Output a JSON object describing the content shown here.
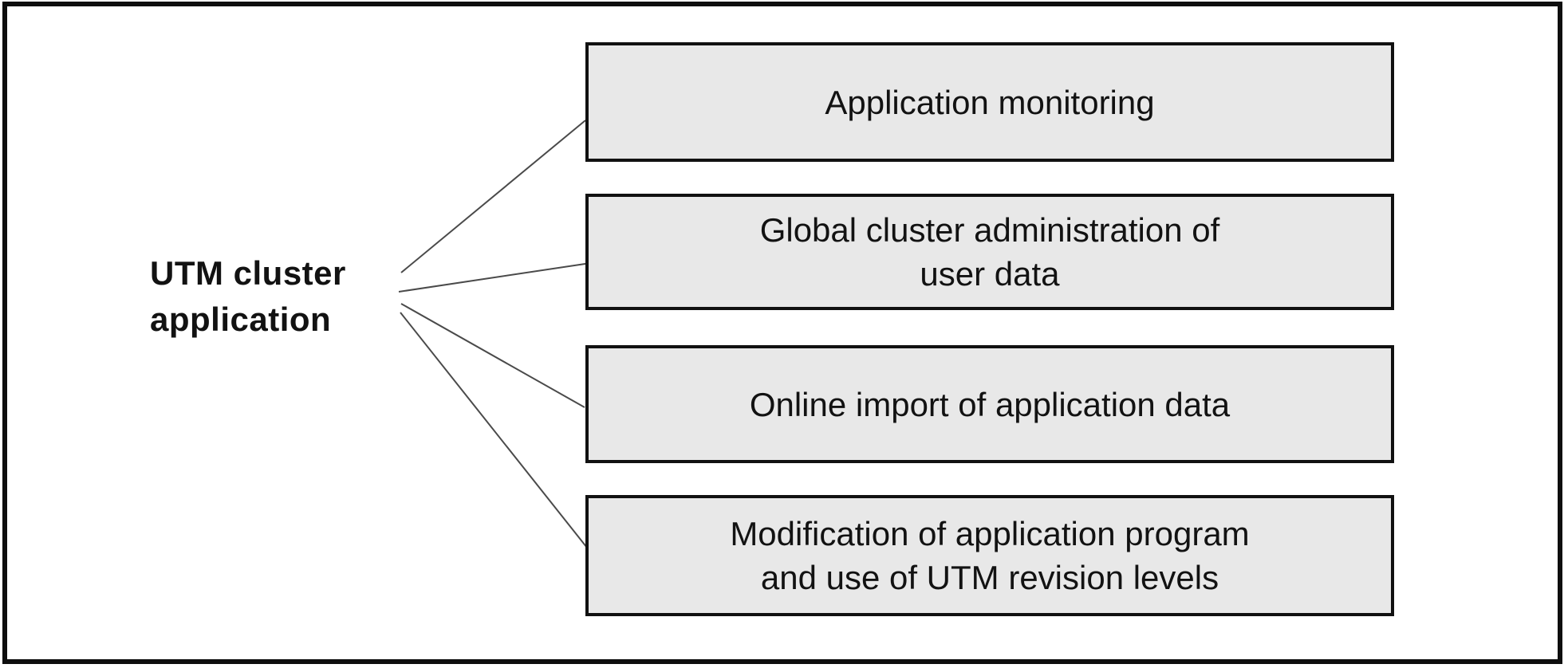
{
  "figure": {
    "root": {
      "label": "UTM cluster\napplication"
    },
    "branches": [
      {
        "id": "application-monitoring",
        "label": "Application monitoring"
      },
      {
        "id": "global-cluster-administration",
        "label": "Global cluster administration of\nuser data"
      },
      {
        "id": "online-import",
        "label": "Online import of application data"
      },
      {
        "id": "modification-revision-levels",
        "label": "Modification of application program\nand use of UTM revision levels"
      }
    ],
    "colors": {
      "background": "#ffffff",
      "frame_border": "#0e0e0e",
      "box_fill": "#e8e8e8",
      "box_border": "#111111",
      "connector": "#4a4a4a",
      "text": "#121212"
    }
  }
}
